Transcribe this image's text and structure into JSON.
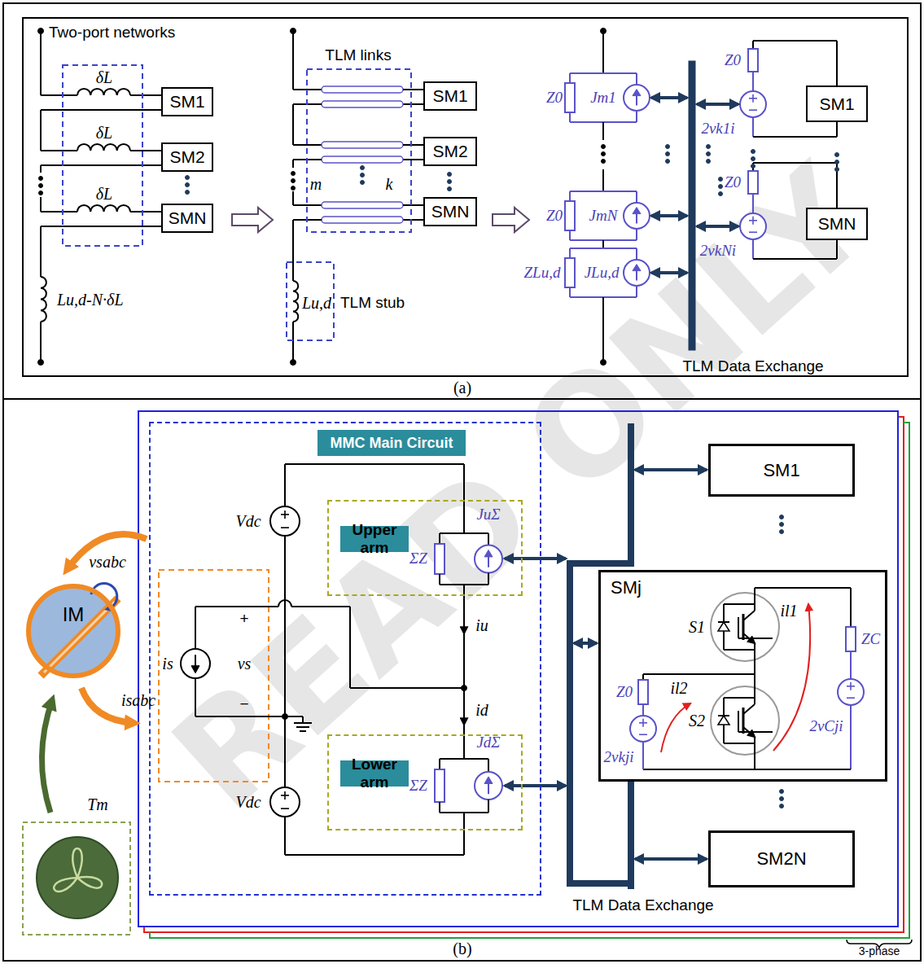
{
  "diagram": {
    "nodes": [
      {
        "text": [
          "SM1"
        ]
      },
      {
        "text": [
          "SM2"
        ]
      },
      {
        "text": [
          "SMN"
        ]
      },
      {
        "text": [
          "SM1"
        ]
      },
      {
        "text": [
          "SM2"
        ]
      },
      {
        "text": [
          "SMN"
        ]
      },
      {
        "text": [
          "SM1"
        ]
      },
      {
        "text": [
          "SMN"
        ]
      },
      {
        "text": [
          "MMC Main Circuit"
        ]
      },
      {
        "text": [
          "Upper arm"
        ],
        "in": 8
      },
      {
        "text": [
          "Lower arm"
        ],
        "in": 8
      },
      {
        "text": [
          "IM"
        ]
      },
      {
        "text": [
          "SM1"
        ]
      },
      {
        "text": [
          "SMj"
        ]
      },
      {
        "text": [
          "SM2N"
        ]
      }
    ],
    "labels": [
      "Two-port networks",
      "δL",
      "δL",
      "δL",
      "Lu,d-N·δL",
      "TLM links",
      "m",
      "k",
      "Lu,d",
      "TLM stub",
      "Z0",
      "Jm1",
      "Z0",
      "JmN",
      "ZLu,d",
      "JLu,d",
      "Z0",
      "2vk1i",
      "Z0",
      "2vkNi",
      "TLM Data Exchange",
      "(a)",
      "vsabc",
      "isabc",
      "Tm",
      "Vdc",
      "Vdc",
      "is",
      "vs",
      "+",
      "−",
      "ΣZ",
      "JuΣ",
      "iu",
      "id",
      "ΣZ",
      "JdΣ",
      "S1",
      "S2",
      "il1",
      "il2",
      "Z0",
      "2vkji",
      "ZC",
      "2vCji",
      "TLM Data Exchange",
      "(b)",
      "3-phase",
      "READ ONLY"
    ]
  }
}
